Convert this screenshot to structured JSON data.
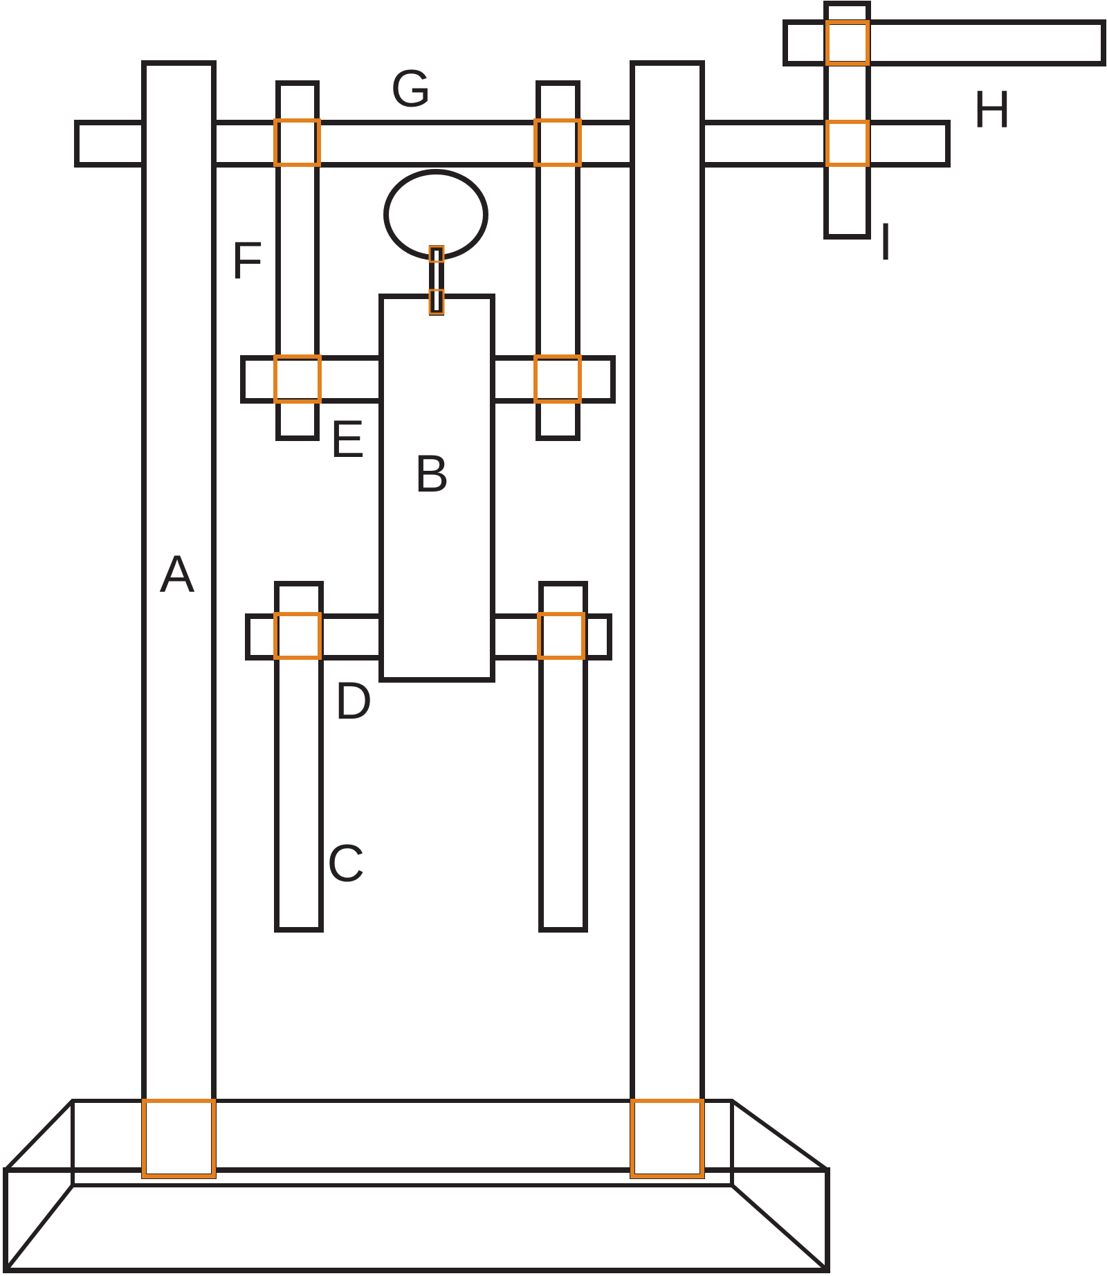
{
  "labels": {
    "A": "A",
    "B": "B",
    "C": "C",
    "D": "D",
    "E": "E",
    "F": "F",
    "G": "G",
    "H": "H",
    "I": "I"
  },
  "colors": {
    "outline": "#231f20",
    "joint": "#e3801f",
    "background": "#ffffff"
  }
}
